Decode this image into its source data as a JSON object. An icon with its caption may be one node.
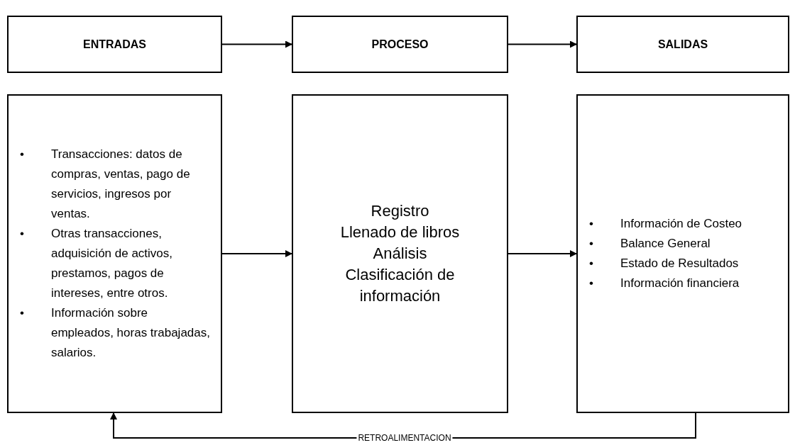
{
  "diagram": {
    "nodes": [
      {
        "text": [
          "ENTRADAS"
        ]
      },
      {
        "text": [
          "PROCESO"
        ]
      },
      {
        "text": [
          "SALIDAS"
        ]
      },
      {
        "text": [
          "• Transacciones: datos de compras, ventas, pago de servicios, ingresos por ventas.",
          "• Otras transacciones, adquisición de activos, prestamos, pagos de intereses, entre otros.",
          "• Información sobre empleados, horas trabajadas, salarios."
        ]
      },
      {
        "text": [
          "Registro",
          "Llenado de libros",
          "Análisis",
          "Clasificación de información"
        ]
      },
      {
        "text": [
          "• Información de Costeo",
          "• Balance General",
          "• Estado de Resultados",
          "• Información financiera"
        ]
      }
    ],
    "edges": [
      {
        "from": 0,
        "to": 1,
        "arrow": "to"
      },
      {
        "from": 1,
        "to": 2,
        "arrow": "to"
      },
      {
        "from": 3,
        "to": 4,
        "arrow": "to"
      },
      {
        "from": 4,
        "to": 5,
        "arrow": "to"
      },
      {
        "from": 5,
        "to": 3,
        "arrow": "to",
        "label": "RETROALIMENTACION"
      }
    ]
  }
}
